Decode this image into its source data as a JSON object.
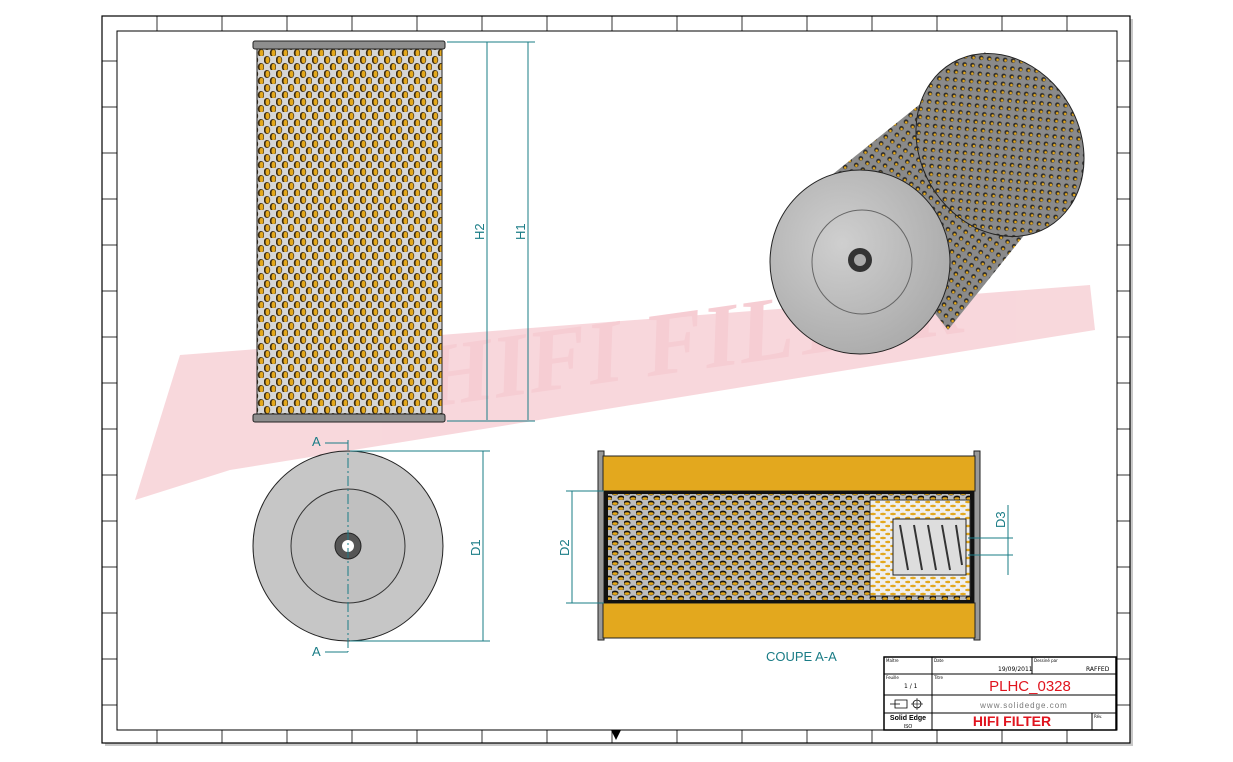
{
  "watermark": {
    "logo_text": "HIFI FILTER",
    "color": "#f3b8c0"
  },
  "views": {
    "front": {
      "dim_h1": "H1",
      "dim_h2": "H2"
    },
    "end": {
      "dim_d1": "D1",
      "section_mark_top": "A",
      "section_mark_bottom": "A"
    },
    "section": {
      "dim_d2": "D2",
      "dim_d3": "D3",
      "caption": "COUPE A-A"
    }
  },
  "title_block": {
    "date_label": "Date",
    "date_value": "19/09/2011",
    "drawn_by_label": "Dessiné par",
    "drawn_by_value": "RAFFED",
    "scale_label": "Feuille",
    "scale_value": "1 / 1",
    "title_label": "Titre",
    "part_number": "PLHC_0328",
    "website": "www.solidedge.com",
    "software": "Solid Edge",
    "software_sub": "ISO",
    "company": "HIFI FILTER",
    "rev_label": "Rév.",
    "client_label": "Maître"
  },
  "colors": {
    "dimension": "#1a7c86",
    "filter_media": "#e3a81e",
    "title_red": "#e0141e",
    "metal": "#b9b9b9"
  }
}
